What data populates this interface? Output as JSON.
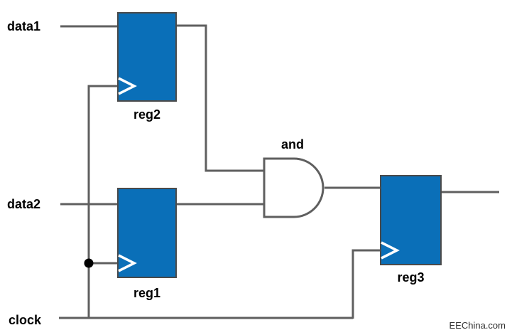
{
  "diagram": {
    "type": "rtl-schematic",
    "labels": {
      "data1": "data1",
      "data2": "data2",
      "clock": "clock",
      "reg1": "reg1",
      "reg2": "reg2",
      "reg3": "reg3",
      "and_gate": "and"
    },
    "watermark": "EEChina.com",
    "colors": {
      "background": "#ffffff",
      "register_fill": "#0a6fb8",
      "register_border": "#4a4a4a",
      "wire": "#5f5f5f",
      "junction_dot": "#000000",
      "label_text": "#000000",
      "watermark_text": "#333333"
    },
    "components": [
      {
        "id": "reg1",
        "type": "register",
        "label": "reg1",
        "clock_edge": "rising"
      },
      {
        "id": "reg2",
        "type": "register",
        "label": "reg2",
        "clock_edge": "rising"
      },
      {
        "id": "reg3",
        "type": "register",
        "label": "reg3",
        "clock_edge": "rising"
      },
      {
        "id": "and",
        "type": "and-gate",
        "label": "and"
      }
    ],
    "connections": [
      "data1 -> reg2.d",
      "data2 -> reg1.d",
      "clock -> reg2.clk",
      "clock -> reg1.clk",
      "clock -> reg3.clk",
      "reg2.q -> and.in1",
      "reg1.q -> and.in2",
      "and.out -> reg3.d",
      "reg3.q -> output"
    ]
  }
}
